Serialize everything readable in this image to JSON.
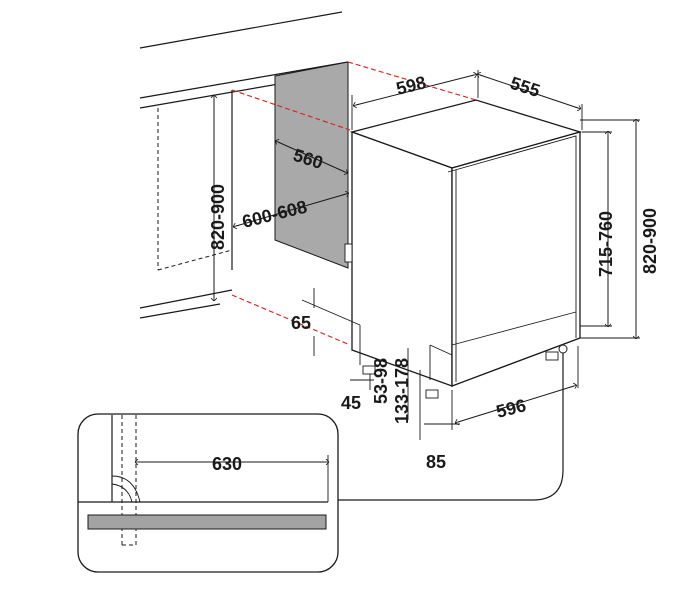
{
  "dimensions": {
    "width_598": "598",
    "depth_555": "555",
    "niche_depth_560": "560",
    "niche_width": "600-608",
    "niche_height_left": "820-900",
    "door_height": "715-760",
    "total_height_right": "820-900",
    "plinth_65": "65",
    "plinth_45": "45",
    "foot_range": "53-98",
    "foot_range_2": "133-178",
    "bottom_85": "85",
    "bottom_596": "596",
    "detail_630": "630"
  },
  "colors": {
    "line": "#1a1a1a",
    "red_dashed": "#d62020",
    "niche_back_panel": "#a9a9a9",
    "worktop_strip": "#a3a3a3"
  }
}
